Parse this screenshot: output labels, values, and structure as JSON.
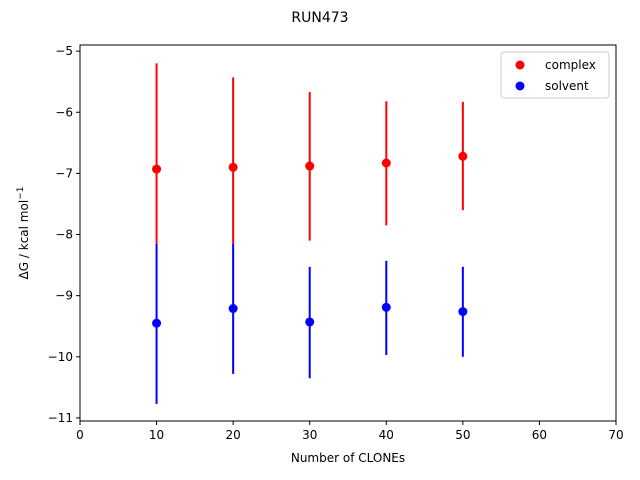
{
  "chart_data": {
    "type": "scatter",
    "title": "RUN473",
    "xlabel": "Number of CLONEs",
    "ylabel_main": "ΔG / kcal mol",
    "ylabel_sup": "−1",
    "xlim": [
      0,
      70
    ],
    "ylim": [
      -11.05,
      -4.9
    ],
    "xticks": [
      0,
      10,
      20,
      30,
      40,
      50,
      60,
      70
    ],
    "yticks": [
      -11,
      -10,
      -9,
      -8,
      -7,
      -6,
      -5
    ],
    "xtick_labels": [
      "0",
      "10",
      "20",
      "30",
      "40",
      "50",
      "60",
      "70"
    ],
    "ytick_labels": [
      "−11",
      "−10",
      "−9",
      "−8",
      "−7",
      "−6",
      "−5"
    ],
    "legend_position": "top-right",
    "grid": false,
    "series": [
      {
        "name": "complex",
        "color": "#ff0000",
        "x": [
          10,
          20,
          30,
          40,
          50
        ],
        "y": [
          -6.93,
          -6.9,
          -6.88,
          -6.83,
          -6.72
        ],
        "err_low": [
          -8.15,
          -8.15,
          -8.1,
          -7.85,
          -7.6
        ],
        "err_high": [
          -5.2,
          -5.43,
          -5.67,
          -5.82,
          -5.83
        ]
      },
      {
        "name": "solvent",
        "color": "#0000ff",
        "x": [
          10,
          20,
          30,
          40,
          50
        ],
        "y": [
          -9.45,
          -9.21,
          -9.43,
          -9.19,
          -9.26
        ],
        "err_low": [
          -10.77,
          -10.28,
          -10.35,
          -9.97,
          -10.0
        ],
        "err_high": [
          -8.15,
          -8.15,
          -8.53,
          -8.43,
          -8.53
        ]
      }
    ]
  }
}
